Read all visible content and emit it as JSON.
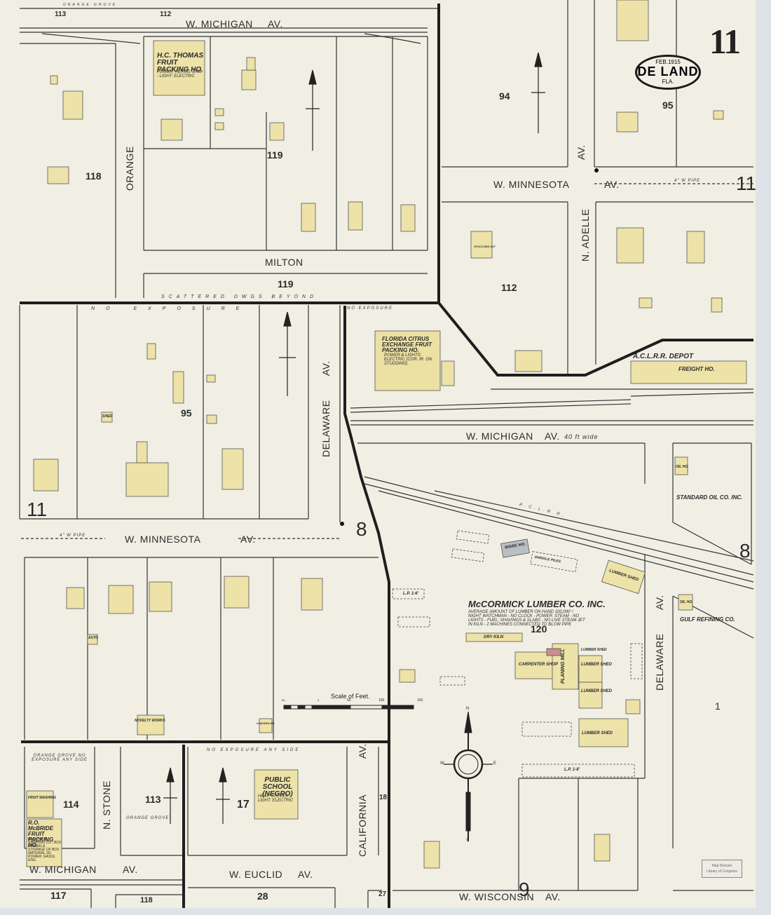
{
  "map": {
    "title": {
      "date": "FEB.1915",
      "city": "DE LAND",
      "state": "FLA."
    },
    "sheet_number": "11",
    "colors": {
      "paper": "#f1efe4",
      "frame_building": "#ede2a8",
      "brick_building": "#b9bfc2",
      "ink": "#2b2b2b",
      "margin": "#dde3e6"
    },
    "streets": [
      {
        "name": "W. MICHIGAN",
        "suffix": "AV."
      },
      {
        "name": "W. MICHIGAN",
        "suffix": "AV.",
        "note": "40 ft wide"
      },
      {
        "name": "W. MICHIGAN",
        "suffix": "AV."
      },
      {
        "name": "W. MINNESOTA",
        "suffix": "AV."
      },
      {
        "name": "W. MINNESOTA",
        "suffix": "AV."
      },
      {
        "name": "MILTON"
      },
      {
        "name": "ORANGE"
      },
      {
        "name": "N. ADELLE",
        "suffix": "AV."
      },
      {
        "name": "DELAWARE",
        "suffix": "AV."
      },
      {
        "name": "DELAWARE",
        "suffix": "AV."
      },
      {
        "name": "N. STONE"
      },
      {
        "name": "CALIFORNIA",
        "suffix": "AV."
      },
      {
        "name": "W. EUCLID",
        "suffix": "AV."
      },
      {
        "name": "W. WISCONSIN",
        "suffix": "AV."
      }
    ],
    "block_numbers": [
      "113",
      "112",
      "119",
      "118",
      "119",
      "94",
      "95",
      "112",
      "95",
      "120",
      "114",
      "113",
      "17",
      "18",
      "117",
      "118",
      "28",
      "27"
    ],
    "adjacent_sheets": [
      "11",
      "11",
      "8",
      "8",
      "9",
      "1"
    ],
    "businesses": [
      {
        "name": "H.C. THOMAS FRUIT PACKING HO.",
        "notes": "POWER: KEROS. ENG. - LIGHT: ELECTRIC"
      },
      {
        "name": "FLORIDA CITRUS EXCHANGE FRUIT PACKING HO.",
        "notes": "POWER & LIGHTS: ELECTRIC (COR. IR. ON STUDDING)"
      },
      {
        "name": "A.C.L.R.R. DEPOT",
        "sub": "FREIGHT HO."
      },
      {
        "name": "STANDARD OIL CO. INC."
      },
      {
        "name": "GULF REFINING CO."
      },
      {
        "name": "McCORMICK LUMBER CO. INC.",
        "notes": "AVERAGE AMOUNT OF LUMBER ON HAND 100,000' / NIGHT WATCHMAN - NO CLOCK - POWER: STEAM - NO LIGHTS - FUEL: SHAVINGS & SLABS - NO LIVE STEAM JET IN KILN - 2 MACHINES CONNECTED TO BLOW PIPE"
      },
      {
        "name": "PUBLIC SCHOOL (NEGRO)",
        "notes": "HEAT: STOVES - LIGHT: ELECTRIC"
      },
      {
        "name": "R.O. McBRIDE FRUIT PACKING HO.",
        "notes": "PACKING & SHIPPING 1ST, BOX MAKING & STORAGE OF BOX MATERIAL 2D, POWER: GASOL. ENG."
      }
    ],
    "building_labels": [
      "DRY KILN",
      "PLANING MILL",
      "CARPENTER SHOP",
      "LUMBER SHED",
      "LUMBER SHED",
      "LUMBER SHED",
      "LUMBER SHED",
      "LUMBER SHED",
      "WARE HO.",
      "SHINGLE PILES",
      "OIL HO.",
      "OIL HO.",
      "FRUIT WASHING",
      "NOVELTY WORKS",
      "CHICKEN HO.",
      "SHED",
      "AUTO",
      "STUCCOED 1ST",
      "L.P. 1-6'",
      "L.P. 1-8'"
    ],
    "annotations": [
      "SCATTERED DWGS BEYOND",
      "NO EXPOSURE",
      "ORANGE GROVE",
      "ORANGE GROVE NO EXPOSURE ANY SIDE",
      "NO EXPOSURE ANY SIDE",
      "4\" W PIPE",
      "A.C.L.R.R."
    ],
    "scale": {
      "title": "Scale of Feet.",
      "ticks": [
        "50",
        "40",
        "30",
        "20",
        "10",
        "0",
        "50",
        "100",
        "150"
      ]
    },
    "compass": {
      "n": "N",
      "s": "S",
      "e": "E",
      "w": "W"
    },
    "stamp": {
      "line1": "Map Division",
      "line2": "Library of Congress"
    }
  }
}
